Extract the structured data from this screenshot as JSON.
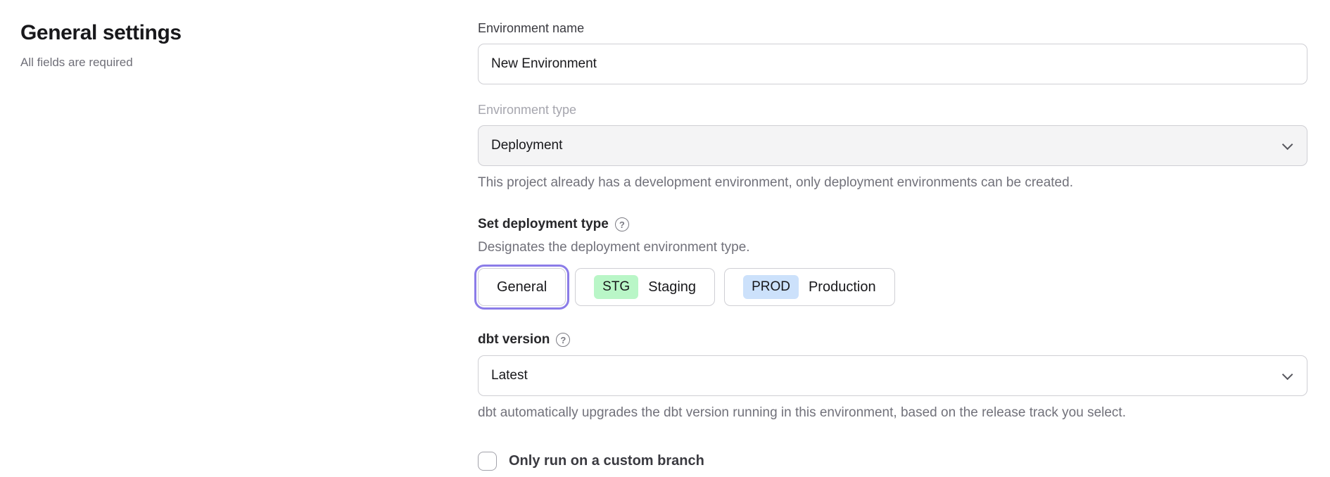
{
  "header": {
    "title": "General settings",
    "subtitle": "All fields are required"
  },
  "form": {
    "environment_name": {
      "label": "Environment name",
      "value": "New Environment"
    },
    "environment_type": {
      "label": "Environment type",
      "selected_option": "Deployment",
      "disabled": true,
      "helper": "This project already has a development environment, only deployment environments can be created."
    },
    "deployment_type": {
      "label": "Set deployment type",
      "description": "Designates the deployment environment type.",
      "selected": "General",
      "options": [
        {
          "badge": "",
          "label": "General"
        },
        {
          "badge": "STG",
          "label": "Staging"
        },
        {
          "badge": "PROD",
          "label": "Production"
        }
      ]
    },
    "dbt_version": {
      "label": "dbt version",
      "selected_option": "Latest",
      "helper": "dbt automatically upgrades the dbt version running in this environment, based on the release track you select."
    },
    "custom_branch": {
      "label": "Only run on a custom branch",
      "checked": false
    }
  },
  "icons": {
    "help": "?"
  },
  "colors": {
    "selected_ring": "#8b7ce8",
    "staging_badge_bg": "#b9f6c7",
    "production_badge_bg": "#cce1fb",
    "disabled_field_bg": "#f4f4f5"
  }
}
